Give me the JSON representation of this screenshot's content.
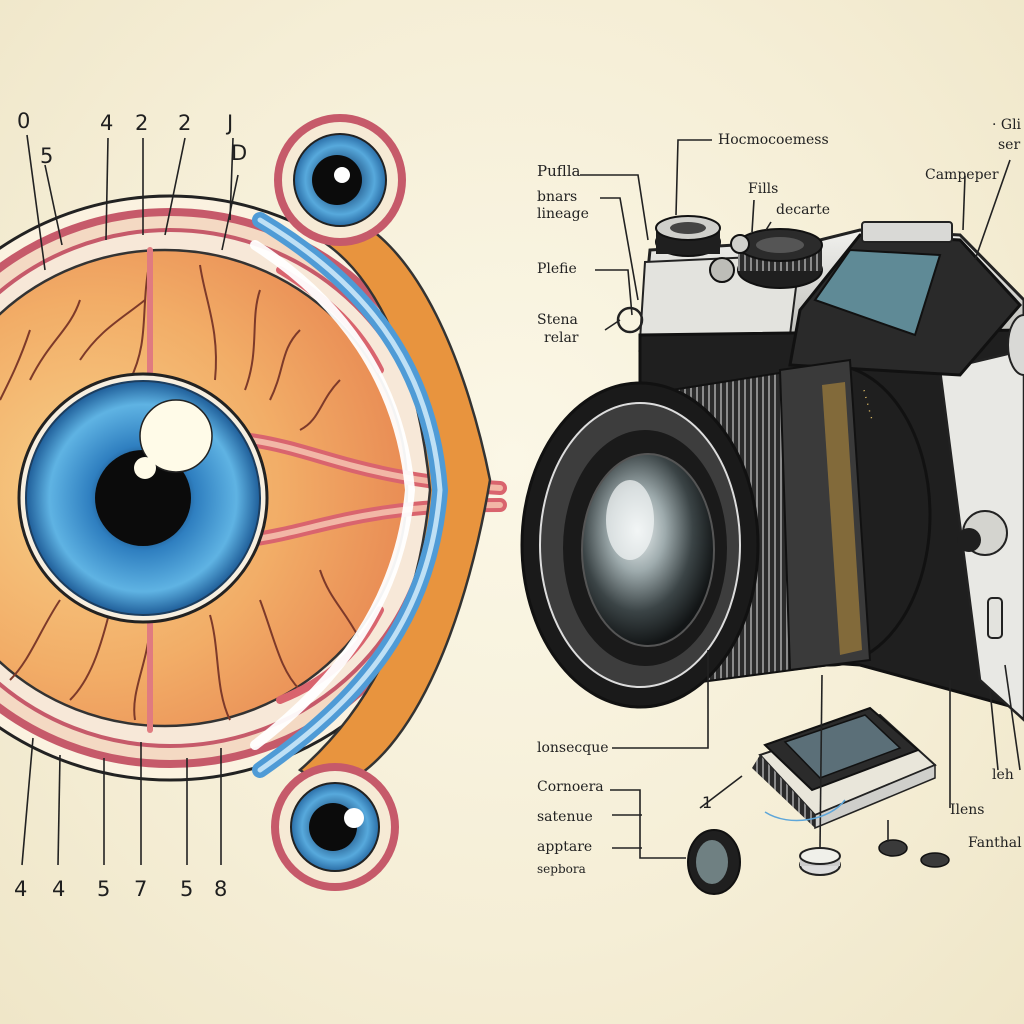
{
  "eye": {
    "top_numbers": [
      "0",
      "5",
      "4",
      "2",
      "2",
      "J",
      "D"
    ],
    "bottom_numbers": [
      "4",
      "4",
      "5",
      "7",
      "5",
      "8"
    ]
  },
  "camera": {
    "labels": {
      "homoco": "Hocmocoemess",
      "pufla": "Puflla",
      "bnars": "bnars",
      "lineage": "lineage",
      "fills": "Fills",
      "decarte": "decarte",
      "plefie": "Plefie",
      "stena": "Stena",
      "relar": "relar",
      "camproper": "Campeper",
      "topright_1": "· Gli",
      "topright_2": "ser",
      "lonsecque": "lonsecque",
      "cornoera": "Cornoera",
      "satenue": "satenue",
      "apptare": "apptare",
      "sepbora": "sepbora",
      "leh": "leh",
      "ilens": "Ilens",
      "fanthal": "Fanthal"
    },
    "small_number": "1"
  },
  "colors": {
    "background": "#f5eed6",
    "sclera_orange": "#f0a560",
    "iris_blue": "#3a8fc8",
    "vessel_pink": "#d9646e",
    "nerve_blue": "#4f9bd6",
    "camera_black": "#1d1d1d",
    "camera_silver": "#d9d9d6"
  }
}
